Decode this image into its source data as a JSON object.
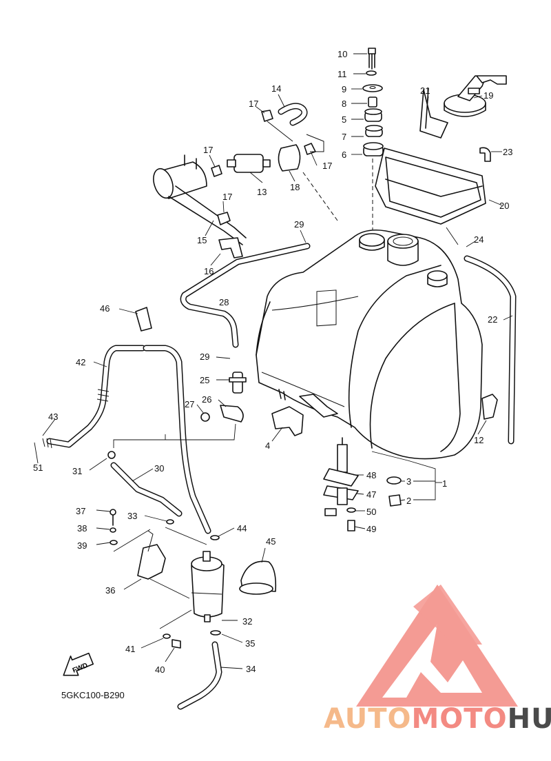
{
  "callouts": [
    {
      "n": "10"
    },
    {
      "n": "11"
    },
    {
      "n": "9"
    },
    {
      "n": "8"
    },
    {
      "n": "5"
    },
    {
      "n": "7"
    },
    {
      "n": "6"
    },
    {
      "n": "14"
    },
    {
      "n": "17"
    },
    {
      "n": "17"
    },
    {
      "n": "17"
    },
    {
      "n": "17"
    },
    {
      "n": "13"
    },
    {
      "n": "18"
    },
    {
      "n": "15"
    },
    {
      "n": "16"
    },
    {
      "n": "21"
    },
    {
      "n": "19"
    },
    {
      "n": "23"
    },
    {
      "n": "20"
    },
    {
      "n": "24"
    },
    {
      "n": "22"
    },
    {
      "n": "29"
    },
    {
      "n": "28"
    },
    {
      "n": "29"
    },
    {
      "n": "25"
    },
    {
      "n": "26"
    },
    {
      "n": "27"
    },
    {
      "n": "46"
    },
    {
      "n": "42"
    },
    {
      "n": "43"
    },
    {
      "n": "51"
    },
    {
      "n": "4"
    },
    {
      "n": "12"
    },
    {
      "n": "31"
    },
    {
      "n": "30"
    },
    {
      "n": "48"
    },
    {
      "n": "3"
    },
    {
      "n": "1"
    },
    {
      "n": "47"
    },
    {
      "n": "2"
    },
    {
      "n": "37"
    },
    {
      "n": "33"
    },
    {
      "n": "44"
    },
    {
      "n": "50"
    },
    {
      "n": "38"
    },
    {
      "n": "49"
    },
    {
      "n": "39"
    },
    {
      "n": "45"
    },
    {
      "n": "36"
    },
    {
      "n": "32"
    },
    {
      "n": "41"
    },
    {
      "n": "35"
    },
    {
      "n": "40"
    },
    {
      "n": "34"
    }
  ],
  "fwd_label": "FWD",
  "diagram_code": "5GKC100-B290",
  "watermark": {
    "word_a": "AUTO",
    "word_b": "MOTO",
    "word_c": "HUB",
    "color_a": "#f5b98a",
    "color_b": "#f38a82",
    "color_c": "#4a4a4a",
    "logo_color": "#f38a82"
  }
}
